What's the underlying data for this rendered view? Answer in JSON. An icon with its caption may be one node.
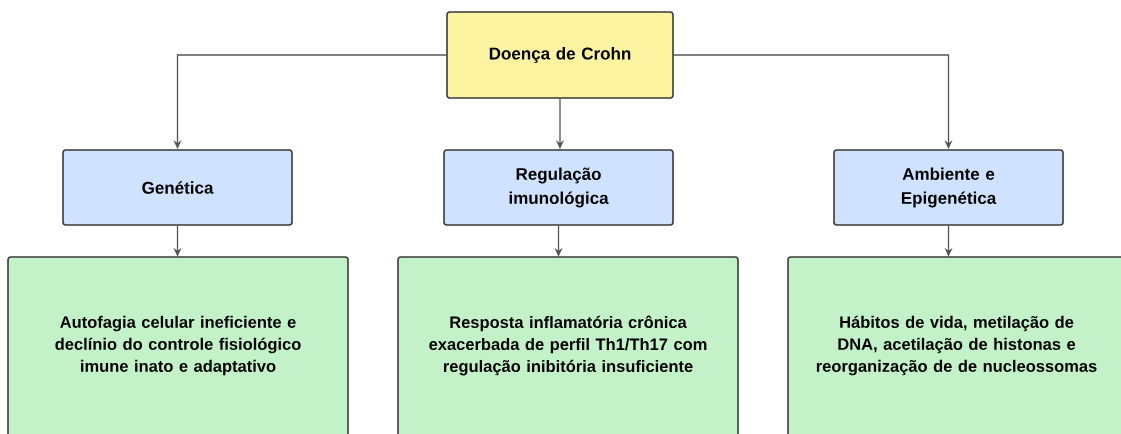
{
  "diagram": {
    "nodes": [
      {
        "text": [
          "Doença de Crohn"
        ]
      },
      {
        "text": [
          "Genética"
        ]
      },
      {
        "text": [
          "Regulação imunológica"
        ]
      },
      {
        "text": [
          "Ambiente e Epigenética"
        ]
      },
      {
        "text": [
          "Autofagia celular ineficiente e declínio do controle fisiológico imune inato e adaptativo"
        ]
      },
      {
        "text": [
          "Resposta inflamatória crônica exacerbada de perfil Th1/Th17 com regulação inibitória insuficiente"
        ]
      },
      {
        "text": [
          "Hábitos de vida, metilação de DNA, acetilação de histonas e reorganização de de nucleossomas"
        ]
      }
    ],
    "edges": [
      {
        "from": 0,
        "to": 1,
        "arrow": "to"
      },
      {
        "from": 0,
        "to": 2,
        "arrow": "to"
      },
      {
        "from": 0,
        "to": 3,
        "arrow": "to"
      },
      {
        "from": 1,
        "to": 4,
        "arrow": "to"
      },
      {
        "from": 2,
        "to": 5,
        "arrow": "to"
      },
      {
        "from": 3,
        "to": 6,
        "arrow": "to"
      }
    ]
  }
}
